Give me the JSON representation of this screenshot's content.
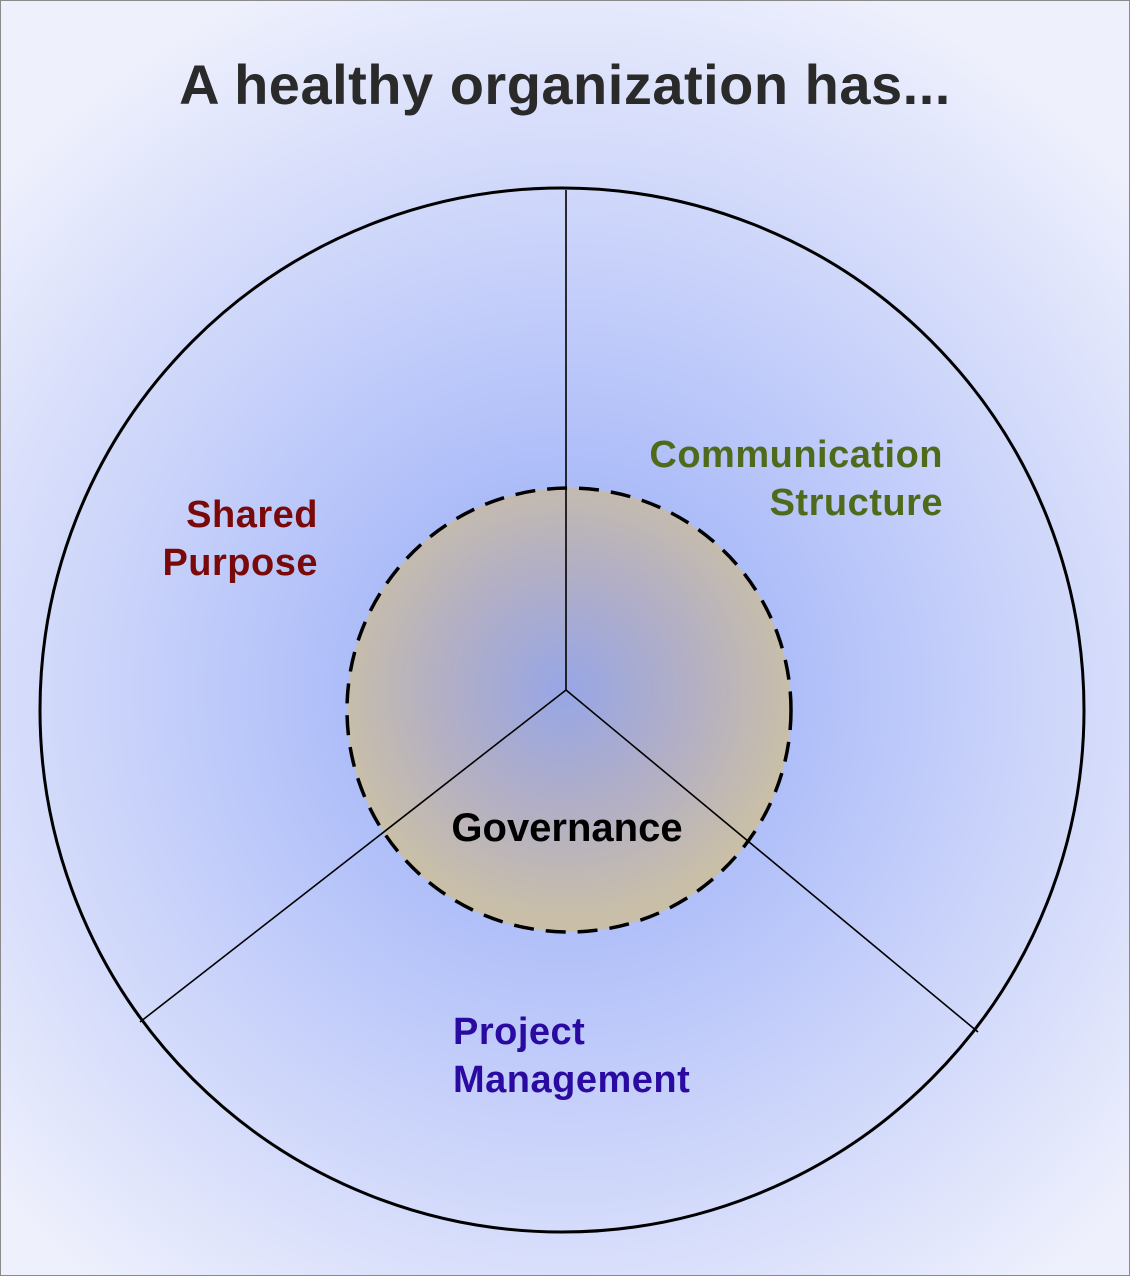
{
  "title": "A healthy organization has...",
  "sections": {
    "shared_purpose": {
      "lines": [
        "Shared",
        "Purpose"
      ]
    },
    "communication_structure": {
      "lines": [
        "Communication",
        "Structure"
      ]
    },
    "project_management": {
      "lines": [
        "Project",
        "Management"
      ]
    }
  },
  "center": {
    "label": "Governance"
  },
  "colors": {
    "shared_purpose": "#7a0a0a",
    "communication_structure": "#4f6a1a",
    "project_management": "#2a0aa0",
    "center_fill": "#c9bfa8",
    "background_center": "#93a9f7",
    "background_edge": "#eef0fc"
  }
}
